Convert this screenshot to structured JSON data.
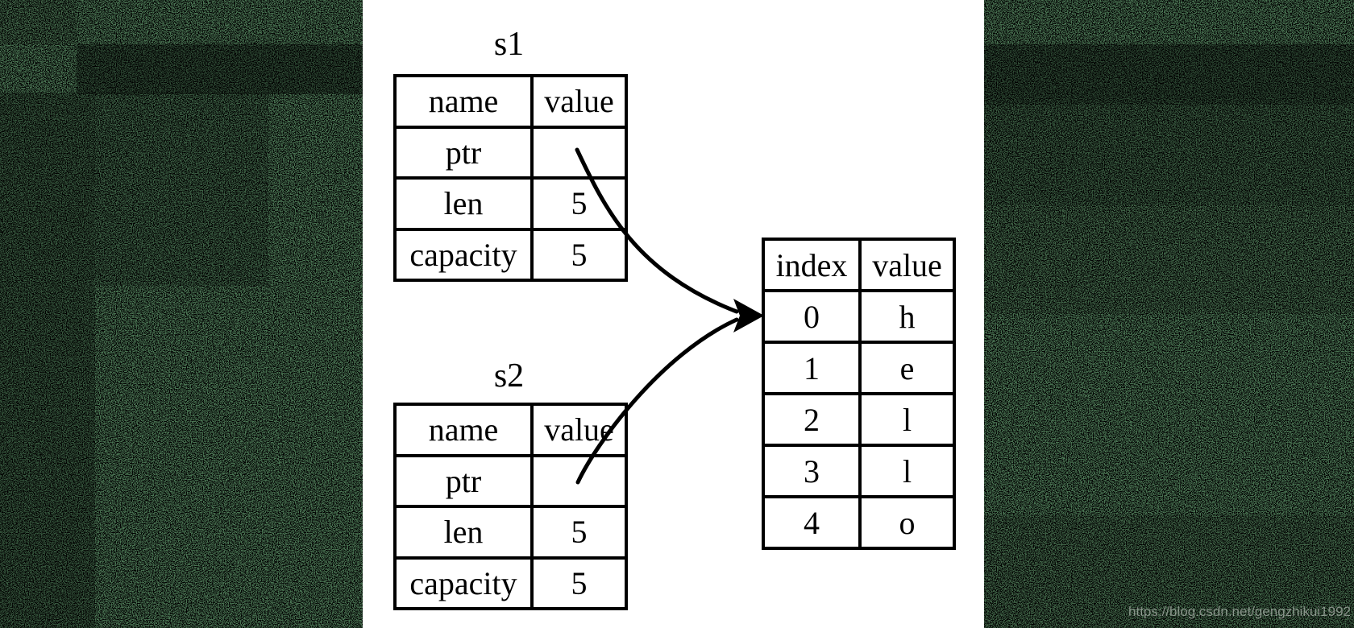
{
  "diagram": {
    "s1": {
      "title": "s1",
      "headers": [
        "name",
        "value"
      ],
      "rows": [
        [
          "ptr",
          ""
        ],
        [
          "len",
          "5"
        ],
        [
          "capacity",
          "5"
        ]
      ]
    },
    "s2": {
      "title": "s2",
      "headers": [
        "name",
        "value"
      ],
      "rows": [
        [
          "ptr",
          ""
        ],
        [
          "len",
          "5"
        ],
        [
          "capacity",
          "5"
        ]
      ]
    },
    "heap": {
      "headers": [
        "index",
        "value"
      ],
      "rows": [
        [
          "0",
          "h"
        ],
        [
          "1",
          "e"
        ],
        [
          "2",
          "l"
        ],
        [
          "3",
          "l"
        ],
        [
          "4",
          "o"
        ]
      ]
    }
  },
  "watermark": {
    "text": "https://blog.csdn.net/gengzhikui1992"
  },
  "colors": {
    "background": "#ffffff",
    "noise_green": "#4a7453",
    "line": "#000000",
    "watermark_text": "#d0d8d0"
  }
}
